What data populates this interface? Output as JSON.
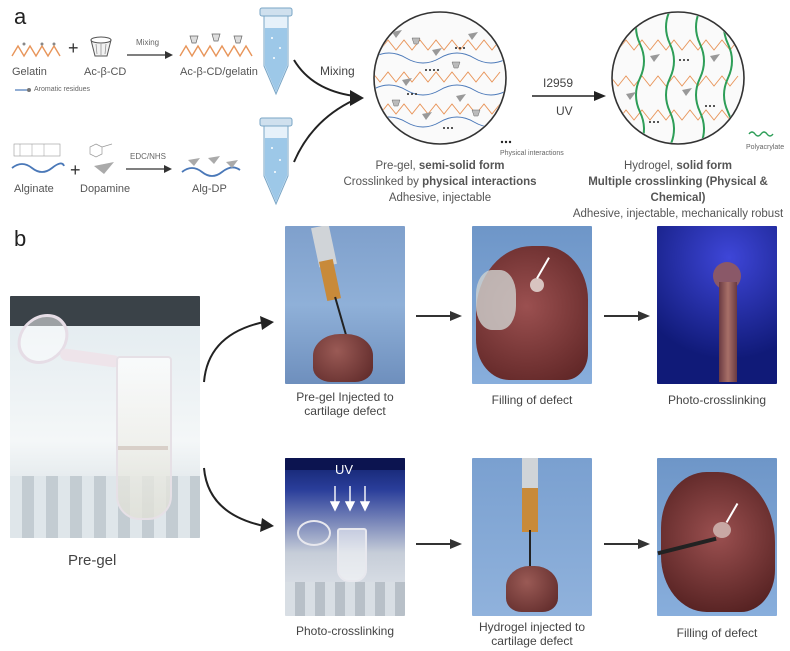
{
  "panel_a": {
    "letter": "a",
    "gelatin": "Gelatin",
    "plus1": "+",
    "ac_cd": "Ac-β-CD",
    "mixing_top": "Mixing",
    "ac_cd_gelatin": "Ac-β-CD/gelatin",
    "aromatic": "Aromatic residues",
    "alginate": "Alginate",
    "plus2": "+",
    "dopamine": "Dopamine",
    "edc_nhs": "EDC/NHS",
    "alg_dp": "Alg-DP",
    "mixing_main": "Mixing",
    "physical_interactions": "Physical interactions",
    "i2959": "I2959",
    "uv": "UV",
    "polyacrylate": "Polyacrylate",
    "pregel_line1_a": "Pre-gel, ",
    "pregel_line1_b": "semi-solid form",
    "pregel_line2_a": "Crosslinked by ",
    "pregel_line2_b": "physical interactions",
    "pregel_line3": "Adhesive, injectable",
    "hydrogel_line1_a": "Hydrogel, ",
    "hydrogel_line1_b": "solid form",
    "hydrogel_line2": "Multiple crosslinking (Physical & Chemical)",
    "hydrogel_line3": "Adhesive, injectable, mechanically robust"
  },
  "panel_b": {
    "letter": "b",
    "pregel_label": "Pre-gel",
    "top_row": [
      {
        "caption_l1": "Pre-gel Injected to",
        "caption_l2": "cartilage defect"
      },
      {
        "caption_l1": "Filling of defect",
        "caption_l2": ""
      },
      {
        "caption_l1": "Photo-crosslinking",
        "caption_l2": ""
      }
    ],
    "bottom_row": [
      {
        "caption_l1": "Photo-crosslinking",
        "caption_l2": ""
      },
      {
        "caption_l1": "Hydrogel injected to",
        "caption_l2": "cartilage defect"
      },
      {
        "caption_l1": "Filling of defect",
        "caption_l2": ""
      }
    ],
    "uv_label": "UV"
  },
  "colors": {
    "gelatin": "#e8955a",
    "polyacrylate": "#2e9e58",
    "alginate": "#4a78b8",
    "tube": "#9dc8e8",
    "tissue": "#6a3030",
    "blue_bg": "#5a7fb8"
  }
}
